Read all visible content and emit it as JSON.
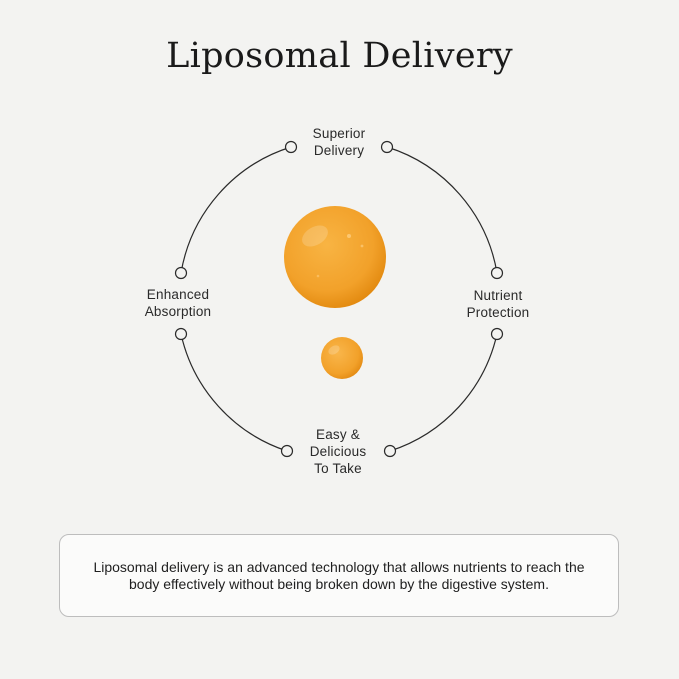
{
  "title": "Liposomal Delivery",
  "benefits": {
    "superior": [
      "Superior",
      "Delivery"
    ],
    "nutrient": [
      "Nutrient",
      "Protection"
    ],
    "easy": [
      "Easy &",
      "Delicious",
      "To Take"
    ],
    "enhanced": [
      "Enhanced",
      "Absorption"
    ]
  },
  "description": "Liposomal delivery is an advanced technology that allows nutrients to reach the body effectively without being broken down by the digestive system.",
  "colors": {
    "droplet": "#f2a12a",
    "droplet_dark": "#e48c15",
    "line": "#2a2a2a",
    "background": "#f3f3f1"
  }
}
